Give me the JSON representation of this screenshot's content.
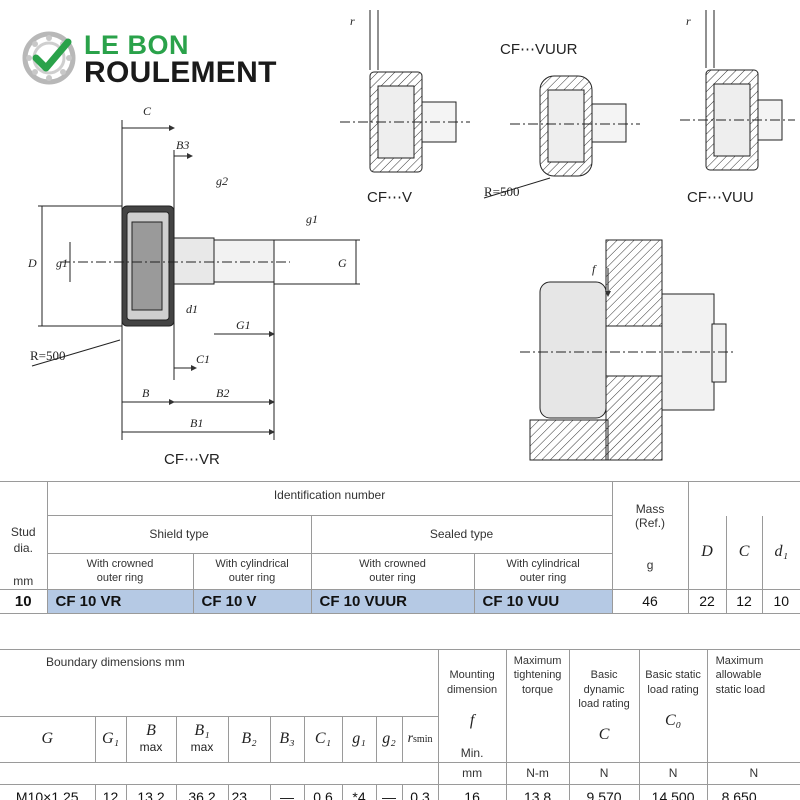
{
  "logo": {
    "line1": "LE BON",
    "line2": "ROULEMENT"
  },
  "drawings": {
    "main_caption": "CF⋯VR",
    "v_caption": "CF⋯V",
    "vuur_caption": "CF⋯VUUR",
    "vuu_caption": "CF⋯VUU",
    "radius_label": "R=500",
    "dims": {
      "C": "C",
      "B3": "B3",
      "g2": "g2",
      "g1": "g1",
      "D": "D",
      "G": "G",
      "d1": "d1",
      "G1": "G1",
      "C1": "C1",
      "B": "B",
      "B2": "B2",
      "B1": "B1",
      "r": "r",
      "f": "f"
    }
  },
  "table1": {
    "stud_dia": "Stud\ndia.",
    "mm": "mm",
    "identification": "Identification number",
    "shield_type": "Shield type",
    "sealed_type": "Sealed type",
    "crowned": "With crowned\nouter ring",
    "cylindrical": "With cylindrical\nouter ring",
    "mass": "Mass\n(Ref.)",
    "mass_unit": "g",
    "col_D": "D",
    "col_C": "C",
    "col_d1": "d₁",
    "row": {
      "stud": "10",
      "vr": "CF 10    VR",
      "v": "CF 10    V",
      "vuur": "CF 10    VUUR",
      "vuu": "CF 10    VUU",
      "mass": "46",
      "D": "22",
      "C": "12",
      "d1": "10"
    }
  },
  "table2": {
    "boundary": "Boundary dimensions    mm",
    "mounting": "Mounting\ndimension",
    "mounting_sym": "f",
    "mounting_min": "Min.",
    "mounting_unit": "mm",
    "torque": "Maximum\ntightening\ntorque",
    "torque_unit": "N-m",
    "dyn": "Basic dynamic\nload rating",
    "dyn_sym": "C",
    "dyn_unit": "N",
    "stat": "Basic static\nload rating",
    "stat_sym": "C₀",
    "stat_unit": "N",
    "allow": "Maximum\nallowable\nstatic load",
    "allow_unit": "N",
    "cols": {
      "G": "G",
      "G1": "G₁",
      "B": "B",
      "B1": "B₁",
      "B2": "B₂",
      "B3": "B₃",
      "C1": "C₁",
      "g1": "g₁",
      "g2": "g₂",
      "rsmin": "r",
      "rsmin_sub": "smin"
    },
    "max": "max",
    "row": {
      "G": "M10×1.25",
      "G1": "12",
      "B": "13.2",
      "B1": "36.2",
      "B2": "23",
      "B3": "—",
      "C1": "0.6",
      "g1": "*4",
      "g2": "—",
      "rsmin": "0.3",
      "f": "16",
      "torque": "13.8",
      "dyn": "9 570",
      "stat": "14 500",
      "allow": "8 650"
    }
  }
}
